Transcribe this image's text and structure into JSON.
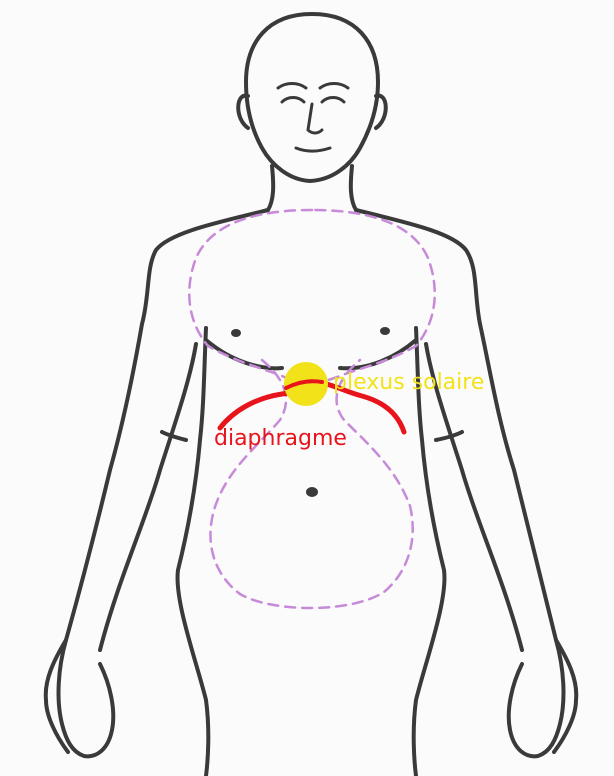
{
  "diagram": {
    "labels": {
      "plexus": "plexus solaire",
      "diaphragme": "diaphragme"
    },
    "colors": {
      "background": "#fbfbfb",
      "outline": "#3a3a3a",
      "organ_outline": "#c78ad8",
      "plexus": "#f2e21a",
      "diaphragme": "#e8141c"
    },
    "icons": {
      "body": "human-body-front-outline",
      "plexus_marker": "filled-circle"
    }
  }
}
